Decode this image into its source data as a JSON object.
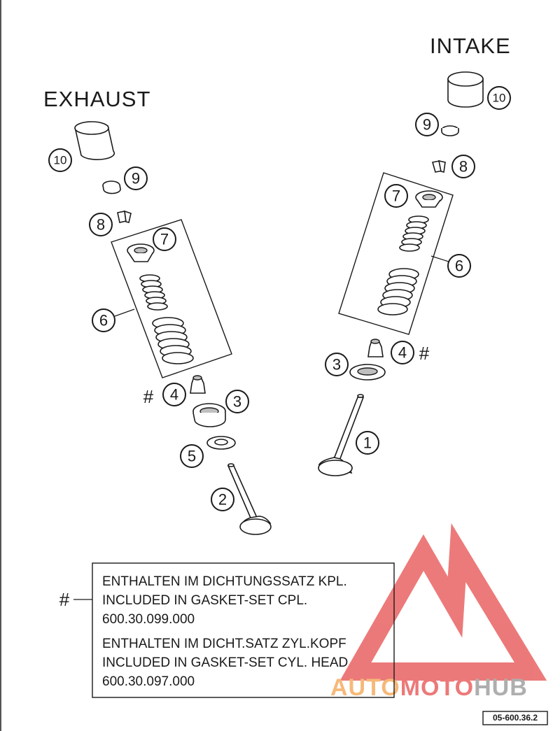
{
  "labels": {
    "intake": "INTAKE",
    "exhaust": "EXHAUST"
  },
  "callouts": {
    "c1": "1",
    "c2": "2",
    "c3": "3",
    "c4": "4",
    "c5": "5",
    "c6": "6",
    "c7": "7",
    "c8": "8",
    "c9": "9",
    "c10": "10"
  },
  "hash_symbol": "#",
  "note": {
    "marker": "#",
    "lines": [
      "ENTHALTEN IM DICHTUNGSSATZ KPL.",
      "INCLUDED IN GASKET-SET CPL.",
      "600.30.099.000",
      "ENTHALTEN IM DICHT.SATZ ZYL.KOPF",
      "INCLUDED IN GASKET-SET CYL. HEAD",
      "600.30.097.000"
    ]
  },
  "watermark": {
    "part1": "AUTO",
    "part2": "MOTO",
    "part3": "HUB",
    "color_orange": "#f6b26b",
    "color_red": "#ea6b6b",
    "color_gray": "#a6a6a6"
  },
  "drawing_ref": "05-600.36.2"
}
